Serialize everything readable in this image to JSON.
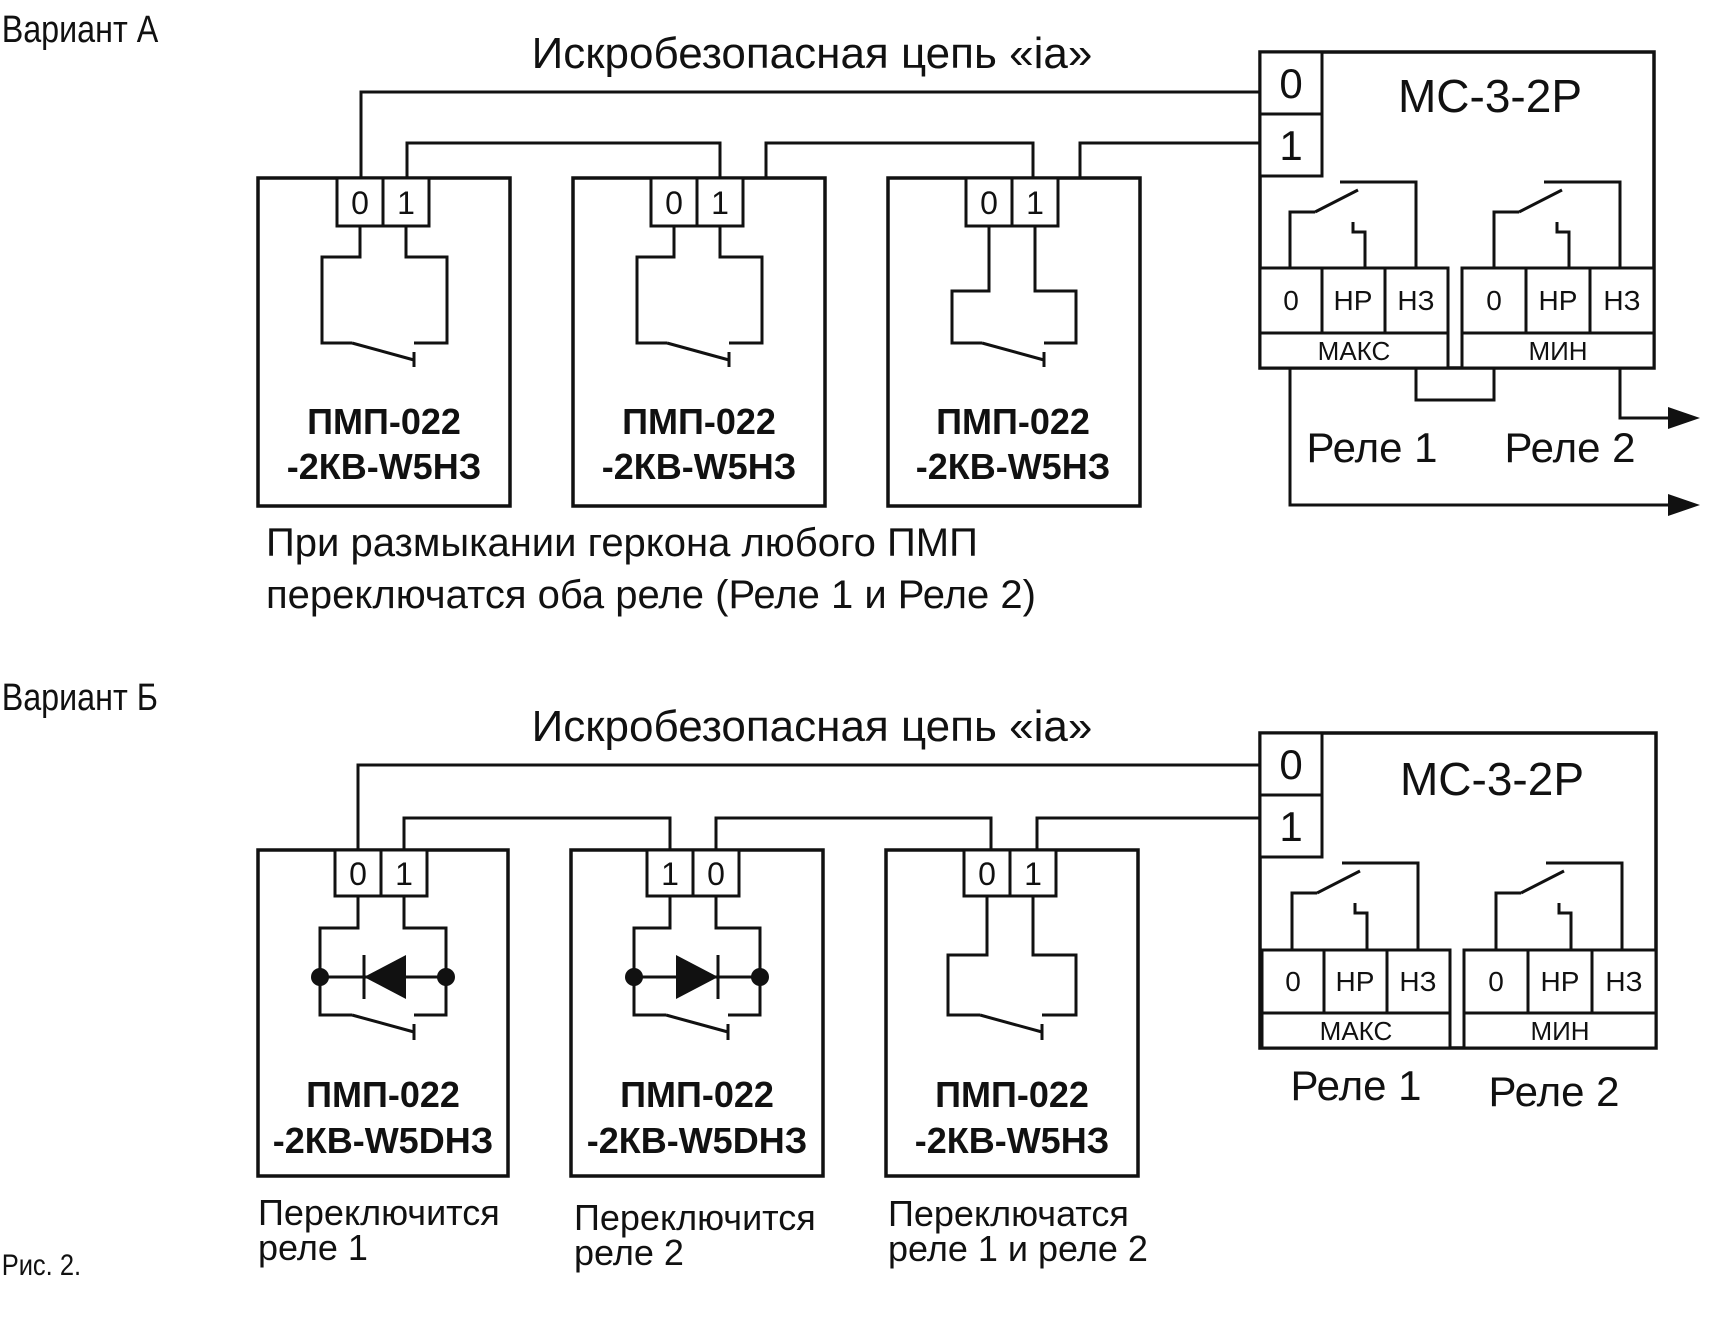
{
  "figure": {
    "variant_a": {
      "label": "Вариант А",
      "bus_title": "Искробезопасная цепь «ia»",
      "sensors": [
        {
          "t0": "0",
          "t1": "1",
          "line1": "ПМП-022",
          "line2": "-2КВ-W5НЗ"
        },
        {
          "t0": "0",
          "t1": "1",
          "line1": "ПМП-022",
          "line2": "-2КВ-W5НЗ"
        },
        {
          "t0": "0",
          "t1": "1",
          "line1": "ПМП-022",
          "line2": "-2КВ-W5НЗ"
        }
      ],
      "controller": {
        "title": "МС-3-2Р",
        "in0": "0",
        "in1": "1",
        "relay_max": {
          "c0": "0",
          "no": "НР",
          "nc": "НЗ",
          "name": "МАКС"
        },
        "relay_min": {
          "c0": "0",
          "no": "НР",
          "nc": "НЗ",
          "name": "МИН"
        },
        "relay1": "Реле 1",
        "relay2": "Реле 2"
      },
      "note_line1": "При размыкании геркона любого ПМП",
      "note_line2": "переключатся оба реле (Реле 1 и  Реле 2)"
    },
    "variant_b": {
      "label": "Вариант Б",
      "bus_title": "Искробезопасная цепь «ia»",
      "sensors": [
        {
          "t0": "0",
          "t1": "1",
          "line1": "ПМП-022",
          "line2": "-2КВ-W5DНЗ",
          "cap1": "Переключится",
          "cap2": "реле 1"
        },
        {
          "t0": "1",
          "t1": "0",
          "line1": "ПМП-022",
          "line2": "-2КВ-W5DНЗ",
          "cap1": "Переключится",
          "cap2": "реле 2"
        },
        {
          "t0": "0",
          "t1": "1",
          "line1": "ПМП-022",
          "line2": "-2КВ-W5НЗ",
          "cap1": "Переключатся",
          "cap2": "реле 1 и реле 2"
        }
      ],
      "controller": {
        "title": "МС-3-2Р",
        "in0": "0",
        "in1": "1",
        "relay_max": {
          "c0": "0",
          "no": "НР",
          "nc": "НЗ",
          "name": "МАКС"
        },
        "relay_min": {
          "c0": "0",
          "no": "НР",
          "nc": "НЗ",
          "name": "МИН"
        },
        "relay1": "Реле 1",
        "relay2": "Реле 2"
      }
    },
    "caption": "Рис. 2."
  }
}
